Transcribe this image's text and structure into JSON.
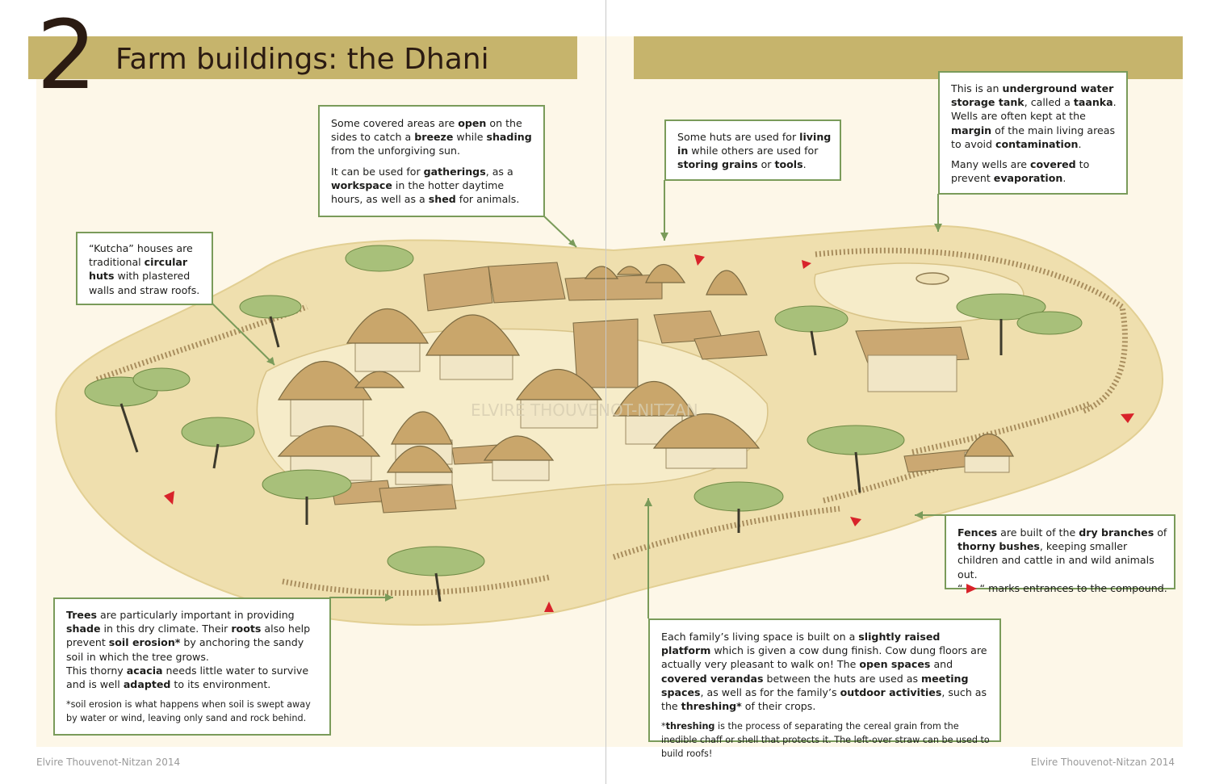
{
  "header": {
    "chapter_number": "2",
    "title": "Farm buildings: the Dhani"
  },
  "watermark": "ELVIRE THOUVENOT-NITZAN",
  "footer": {
    "left_credit": "Elvire Thouvenot-Nitzan 2014",
    "right_credit": "Elvire Thouvenot-Nitzan 2014"
  },
  "colors": {
    "banner": "#c6b46c",
    "callout_border": "#7a9b5a",
    "entrance_marker": "#d8232a",
    "ground": "#efdfae",
    "thatch": "#c9a66b"
  },
  "callouts": {
    "kutcha": {
      "p1": [
        {
          "t": "“Kutcha” houses are traditional "
        },
        {
          "t": "circular huts",
          "b": true
        },
        {
          "t": " with plastered walls and straw roofs."
        }
      ]
    },
    "covered_areas": {
      "p1": [
        {
          "t": "Some covered areas are "
        },
        {
          "t": "open",
          "b": true
        },
        {
          "t": " on the sides to catch a "
        },
        {
          "t": "breeze",
          "b": true
        },
        {
          "t": " while "
        },
        {
          "t": "shading",
          "b": true
        },
        {
          "t": " from the unforgiving sun."
        }
      ],
      "p2": [
        {
          "t": "It can be used for "
        },
        {
          "t": "gatherings",
          "b": true
        },
        {
          "t": ", as a "
        },
        {
          "t": "workspace",
          "b": true
        },
        {
          "t": " in the hotter daytime hours, as well as a "
        },
        {
          "t": "shed",
          "b": true
        },
        {
          "t": " for animals."
        }
      ]
    },
    "huts_use": {
      "p1": [
        {
          "t": "Some huts are used for "
        },
        {
          "t": "living in",
          "b": true
        },
        {
          "t": " while others are used for "
        },
        {
          "t": "storing grains",
          "b": true
        },
        {
          "t": " or "
        },
        {
          "t": "tools",
          "b": true
        },
        {
          "t": "."
        }
      ]
    },
    "taanka": {
      "p1": [
        {
          "t": "This is an "
        },
        {
          "t": "underground water storage tank",
          "b": true
        },
        {
          "t": ", called a "
        },
        {
          "t": "taanka",
          "b": true
        },
        {
          "t": ". Wells are often kept at the "
        },
        {
          "t": "margin",
          "b": true
        },
        {
          "t": " of the main living areas to avoid "
        },
        {
          "t": "contamination",
          "b": true
        },
        {
          "t": "."
        }
      ],
      "p2": [
        {
          "t": "Many wells are "
        },
        {
          "t": "covered",
          "b": true
        },
        {
          "t": " to prevent "
        },
        {
          "t": "evaporation",
          "b": true
        },
        {
          "t": "."
        }
      ]
    },
    "fences": {
      "p1": [
        {
          "t": "Fences",
          "b": true
        },
        {
          "t": " are built of the "
        },
        {
          "t": "dry branches",
          "b": true
        },
        {
          "t": " of "
        },
        {
          "t": "thorny bushes",
          "b": true
        },
        {
          "t": ", keeping smaller children and cattle in and wild animals out."
        }
      ],
      "marker_open": "“",
      "marker_close": "“",
      "marker_text": " marks entrances to the compound."
    },
    "trees": {
      "p1": [
        {
          "t": "Trees",
          "b": true
        },
        {
          "t": " are particularly important in providing "
        },
        {
          "t": "shade",
          "b": true
        },
        {
          "t": " in this dry climate. Their "
        },
        {
          "t": "roots",
          "b": true
        },
        {
          "t": " also help prevent "
        },
        {
          "t": "soil erosion*",
          "b": true
        },
        {
          "t": " by anchoring the sandy soil in which the tree grows."
        }
      ],
      "p2": [
        {
          "t": "This thorny "
        },
        {
          "t": "acacia",
          "b": true
        },
        {
          "t": " needs little water to survive and is well "
        },
        {
          "t": "adapted",
          "b": true
        },
        {
          "t": " to its environment."
        }
      ],
      "note": [
        {
          "t": "*soil erosion is what happens when soil is swept away by water or wind, leaving only sand and rock behind."
        }
      ]
    },
    "platform": {
      "p1": [
        {
          "t": "Each family’s living space is built on a "
        },
        {
          "t": "slightly raised platform",
          "b": true
        },
        {
          "t": " which is given a cow dung finish. Cow dung floors are actually very pleasant to walk on! The "
        },
        {
          "t": "open spaces",
          "b": true
        },
        {
          "t": " and "
        },
        {
          "t": "covered verandas",
          "b": true
        },
        {
          "t": " between the huts are used as "
        },
        {
          "t": "meeting spaces",
          "b": true
        },
        {
          "t": ", as well as for the family’s "
        },
        {
          "t": "outdoor activities",
          "b": true
        },
        {
          "t": ", such as the "
        },
        {
          "t": "threshing*",
          "b": true
        },
        {
          "t": " of their crops."
        }
      ],
      "note": [
        {
          "t": "*"
        },
        {
          "t": "threshing",
          "b": true
        },
        {
          "t": " is the process of separating  the cereal grain from the inedible chaff or shell that protects it. The left-over straw can be used to build roofs!"
        }
      ]
    }
  }
}
